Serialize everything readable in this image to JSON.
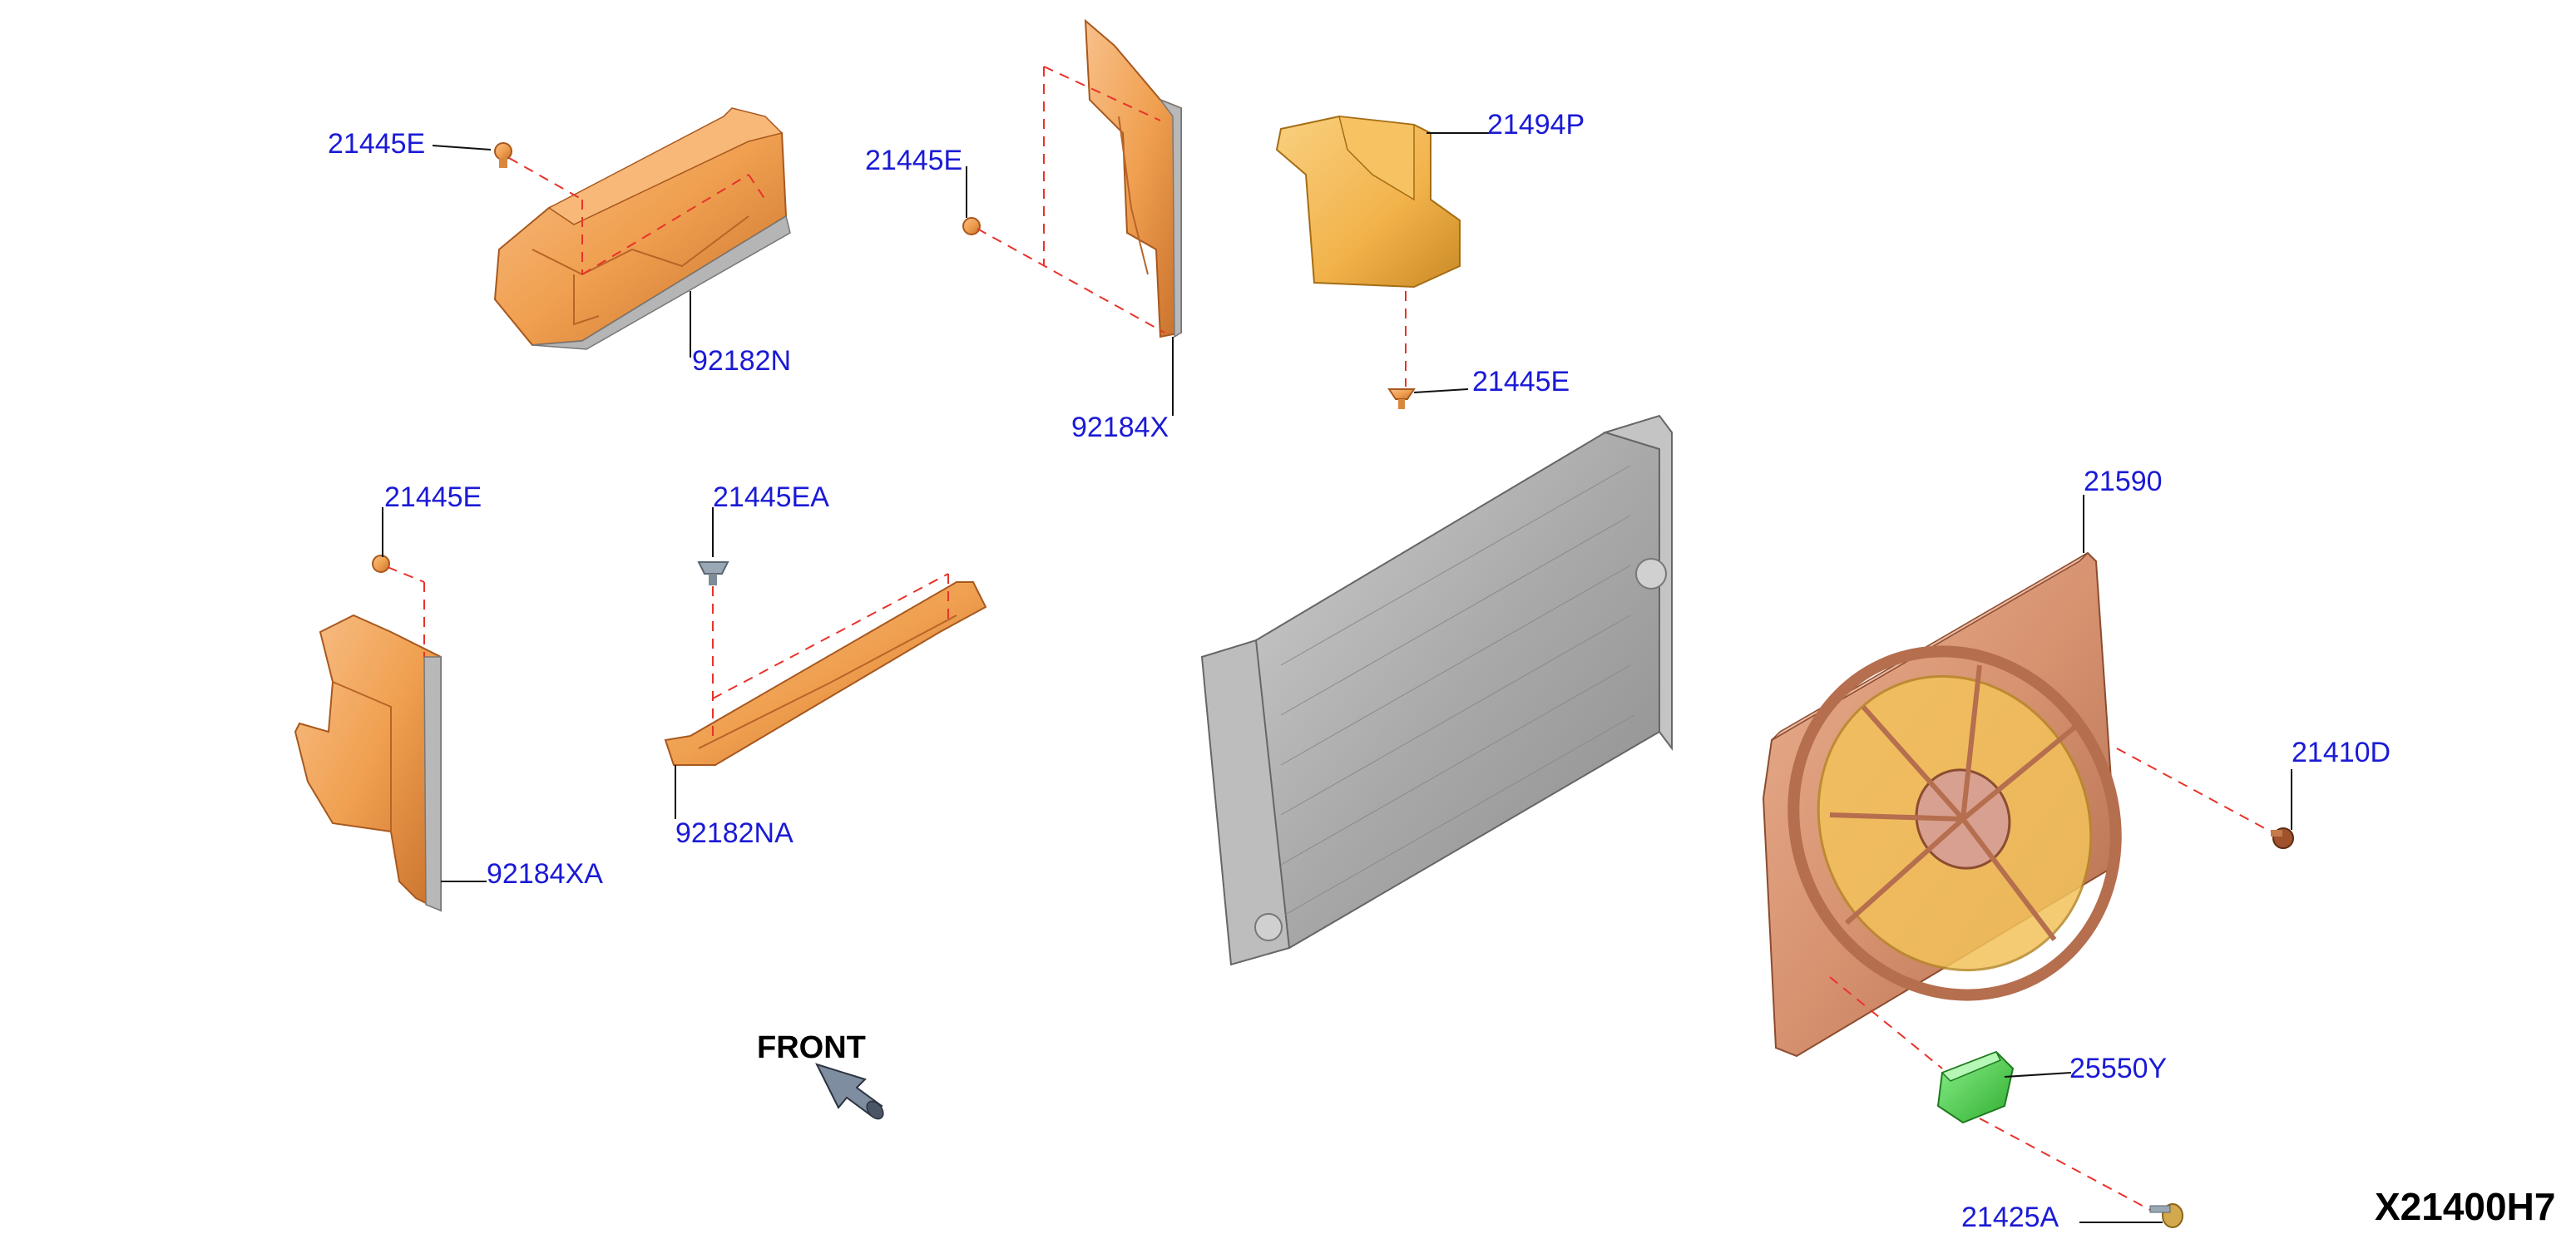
{
  "callouts": {
    "c_21445E_a": "21445E",
    "c_92182N": "92182N",
    "c_21445E_b": "21445E",
    "c_92184X": "92184X",
    "c_21494P": "21494P",
    "c_21445E_c": "21445E",
    "c_21445E_d": "21445E",
    "c_21445EA": "21445EA",
    "c_92182NA": "92182NA",
    "c_92184XA": "92184XA",
    "c_21590": "21590",
    "c_21410D": "21410D",
    "c_25550Y": "25550Y",
    "c_21425A": "21425A"
  },
  "front_label": "FRONT",
  "diagram_code": "X21400H7",
  "colors": {
    "callout_text": "#1a1ad6",
    "leader_line": "#111111",
    "assembly_dash": "#e8332a",
    "air_guide_orange": "#f0a050",
    "seal_yellow": "#f2b24a",
    "radiator_gray": "#a9a9a9",
    "shroud_copper": "#d79270",
    "resistor_green": "#4fd04f",
    "clip_blue_gray": "#9aa7b4"
  }
}
